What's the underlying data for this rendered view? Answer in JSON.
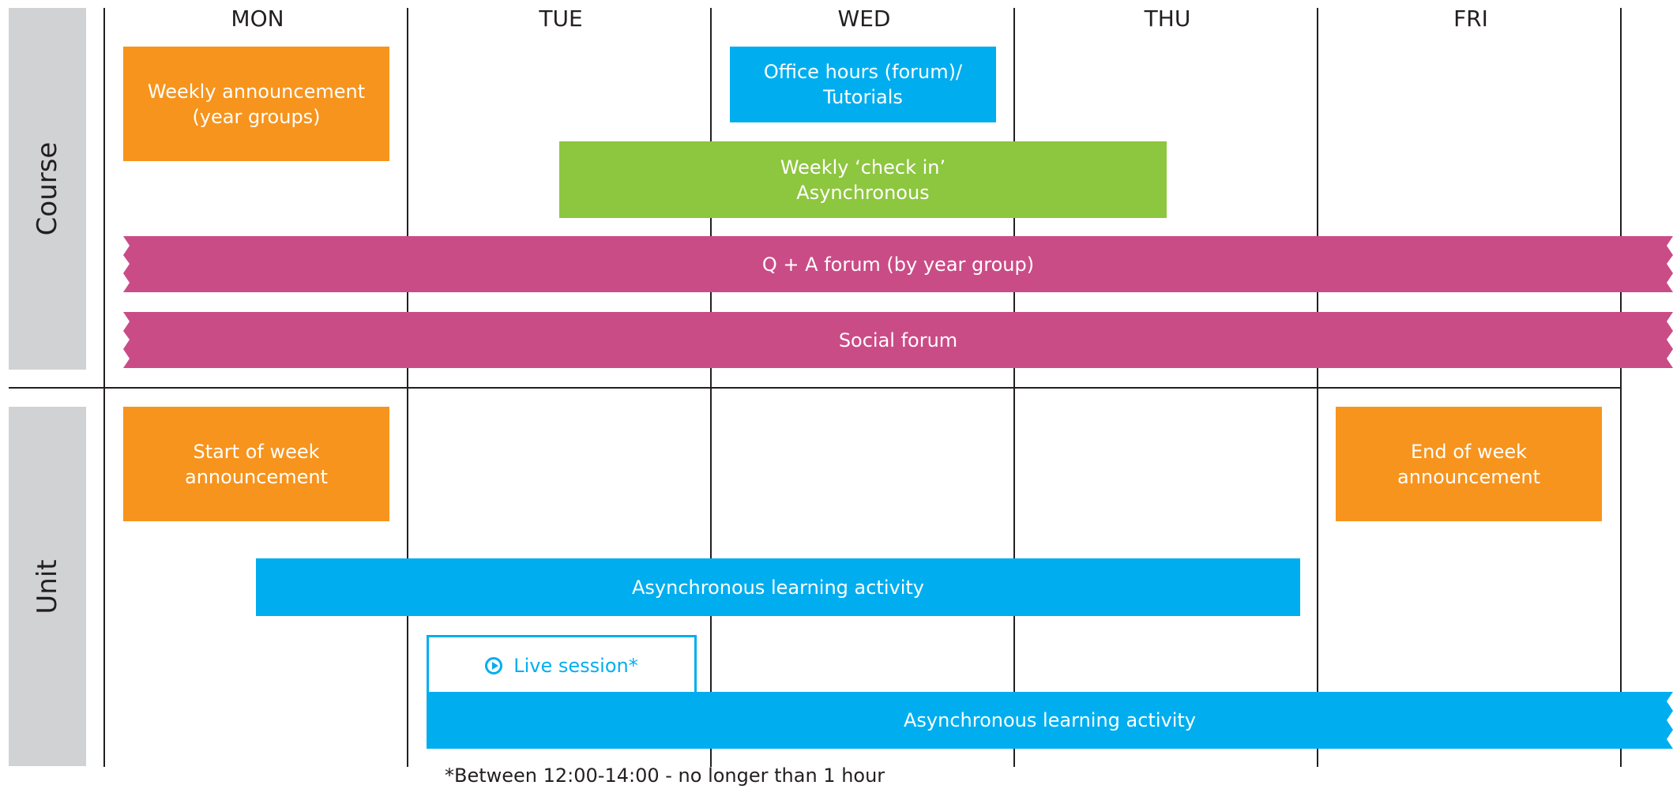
{
  "rows": {
    "course": "Course",
    "unit": "Unit"
  },
  "days": [
    "MON",
    "TUE",
    "WED",
    "THU",
    "FRI"
  ],
  "course_blocks": {
    "weekly_announcement": "Weekly announcement\n(year groups)",
    "office_hours": "Office hours  (forum)/ Tutorials",
    "check_in": "Weekly ‘check in’\nAsynchronous",
    "qa_forum": "Q + A forum (by year group)",
    "social_forum": "Social forum"
  },
  "unit_blocks": {
    "start_announcement": "Start of week\nannouncement",
    "end_announcement": "End of week\nannouncement",
    "async_activity_1": "Asynchronous learning activity",
    "live_session": "Live session*",
    "async_activity_2": "Asynchronous learning activity"
  },
  "footnote": "*Between 12:00-14:00 - no longer than 1 hour",
  "colors": {
    "orange": "#f7941d",
    "blue": "#00aeef",
    "green": "#8dc63f",
    "pink": "#ca4c86",
    "grey": "#d1d2d4"
  }
}
